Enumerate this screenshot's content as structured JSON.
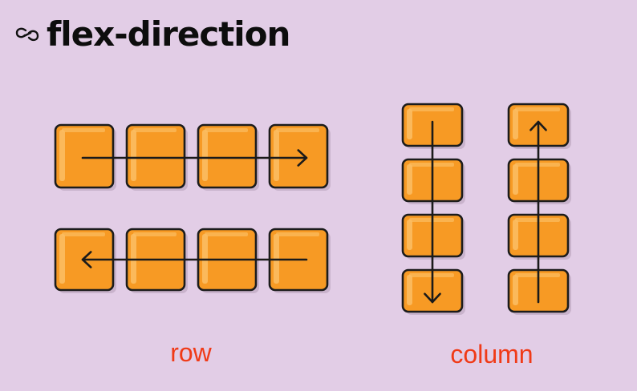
{
  "header": {
    "title": "flex-direction",
    "icon": "link-icon"
  },
  "labels": {
    "row": "row",
    "column": "column"
  },
  "colors": {
    "background": "#e2cde6",
    "box_fill": "#f79a24",
    "box_highlight": "#fbbd62",
    "box_stroke": "#1c1c1c",
    "label": "#f03a17"
  },
  "groups": [
    {
      "id": "row",
      "orientation": "horizontal",
      "items": 4,
      "arrow": "left-to-right"
    },
    {
      "id": "row-reverse",
      "orientation": "horizontal",
      "items": 4,
      "arrow": "right-to-left"
    },
    {
      "id": "column",
      "orientation": "vertical",
      "items": 4,
      "arrow": "top-to-bottom"
    },
    {
      "id": "column-reverse",
      "orientation": "vertical",
      "items": 4,
      "arrow": "bottom-to-top"
    }
  ]
}
